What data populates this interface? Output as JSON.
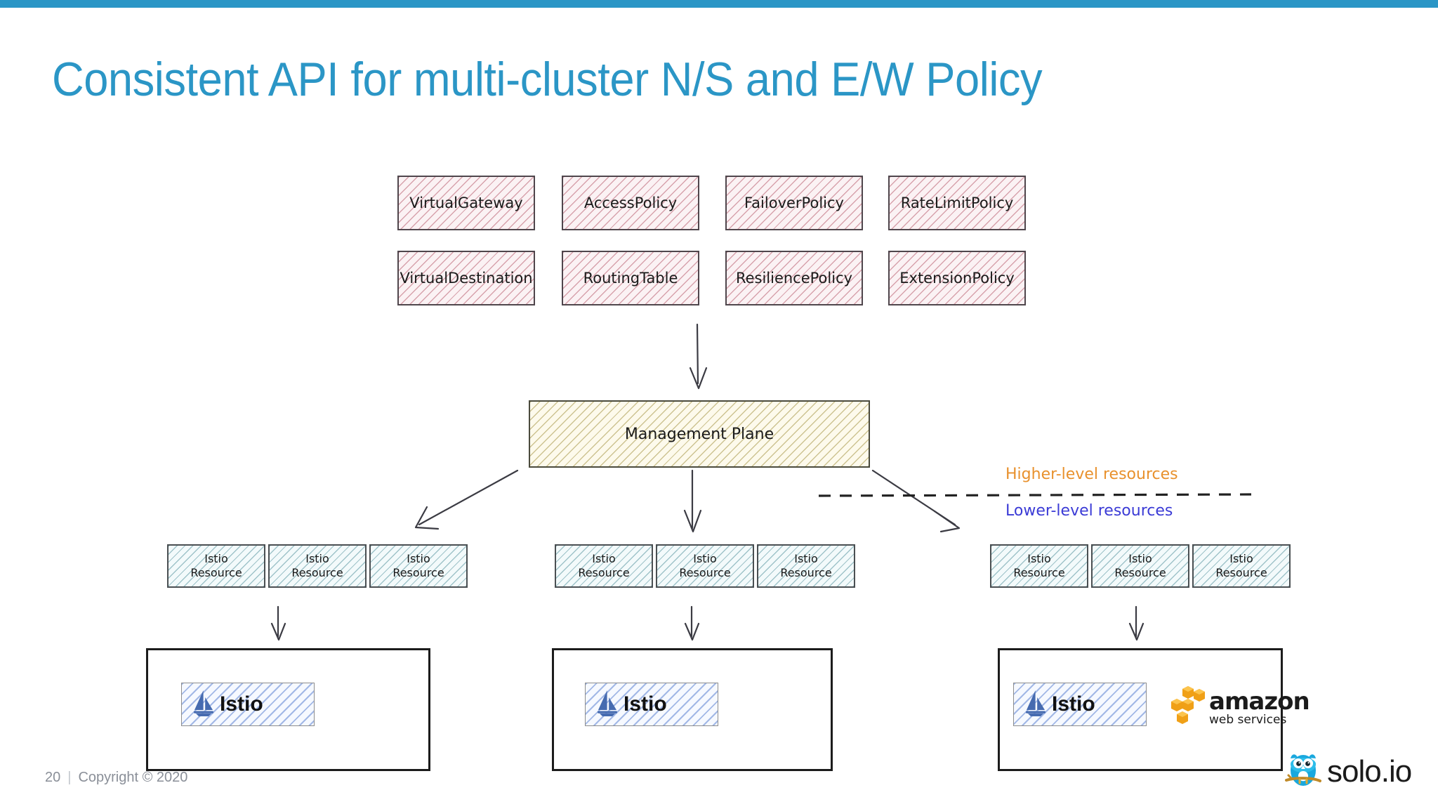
{
  "slide": {
    "title": "Consistent API for multi-cluster N/S and E/W Policy",
    "accent_color": "#2b96c6",
    "page_number": "20",
    "separator": "|",
    "copyright": "Copyright © 2020"
  },
  "higher_level_resources": {
    "row1": [
      {
        "label": "VirtualGateway"
      },
      {
        "label": "AccessPolicy"
      },
      {
        "label": "FailoverPolicy"
      },
      {
        "label": "RateLimitPolicy"
      }
    ],
    "row2": [
      {
        "label": "VirtualDestination"
      },
      {
        "label": "RoutingTable"
      },
      {
        "label": "ResiliencePolicy"
      },
      {
        "label": "ExtensionPolicy"
      }
    ]
  },
  "management_plane": {
    "label": "Management Plane"
  },
  "annotations": {
    "higher": {
      "text": "Higher-level resources",
      "color": "#e8912d"
    },
    "lower": {
      "text": "Lower-level resources",
      "color": "#3b3bd6"
    }
  },
  "clusters": [
    {
      "name": "cluster-left",
      "resources": [
        {
          "line1": "Istio",
          "line2": "Resource"
        },
        {
          "line1": "Istio",
          "line2": "Resource"
        },
        {
          "line1": "Istio",
          "line2": "Resource"
        }
      ],
      "platforms": [
        {
          "label": "Istio"
        }
      ]
    },
    {
      "name": "cluster-middle",
      "resources": [
        {
          "line1": "Istio",
          "line2": "Resource"
        },
        {
          "line1": "Istio",
          "line2": "Resource"
        },
        {
          "line1": "Istio",
          "line2": "Resource"
        }
      ],
      "platforms": [
        {
          "label": "Istio"
        }
      ]
    },
    {
      "name": "cluster-right",
      "resources": [
        {
          "line1": "Istio",
          "line2": "Resource"
        },
        {
          "line1": "Istio",
          "line2": "Resource"
        },
        {
          "line1": "Istio",
          "line2": "Resource"
        }
      ],
      "platforms": [
        {
          "label": "Istio"
        },
        {
          "label_top": "amazon",
          "label_bottom": "web services"
        }
      ]
    }
  ],
  "brand": {
    "name": "solo.io"
  }
}
